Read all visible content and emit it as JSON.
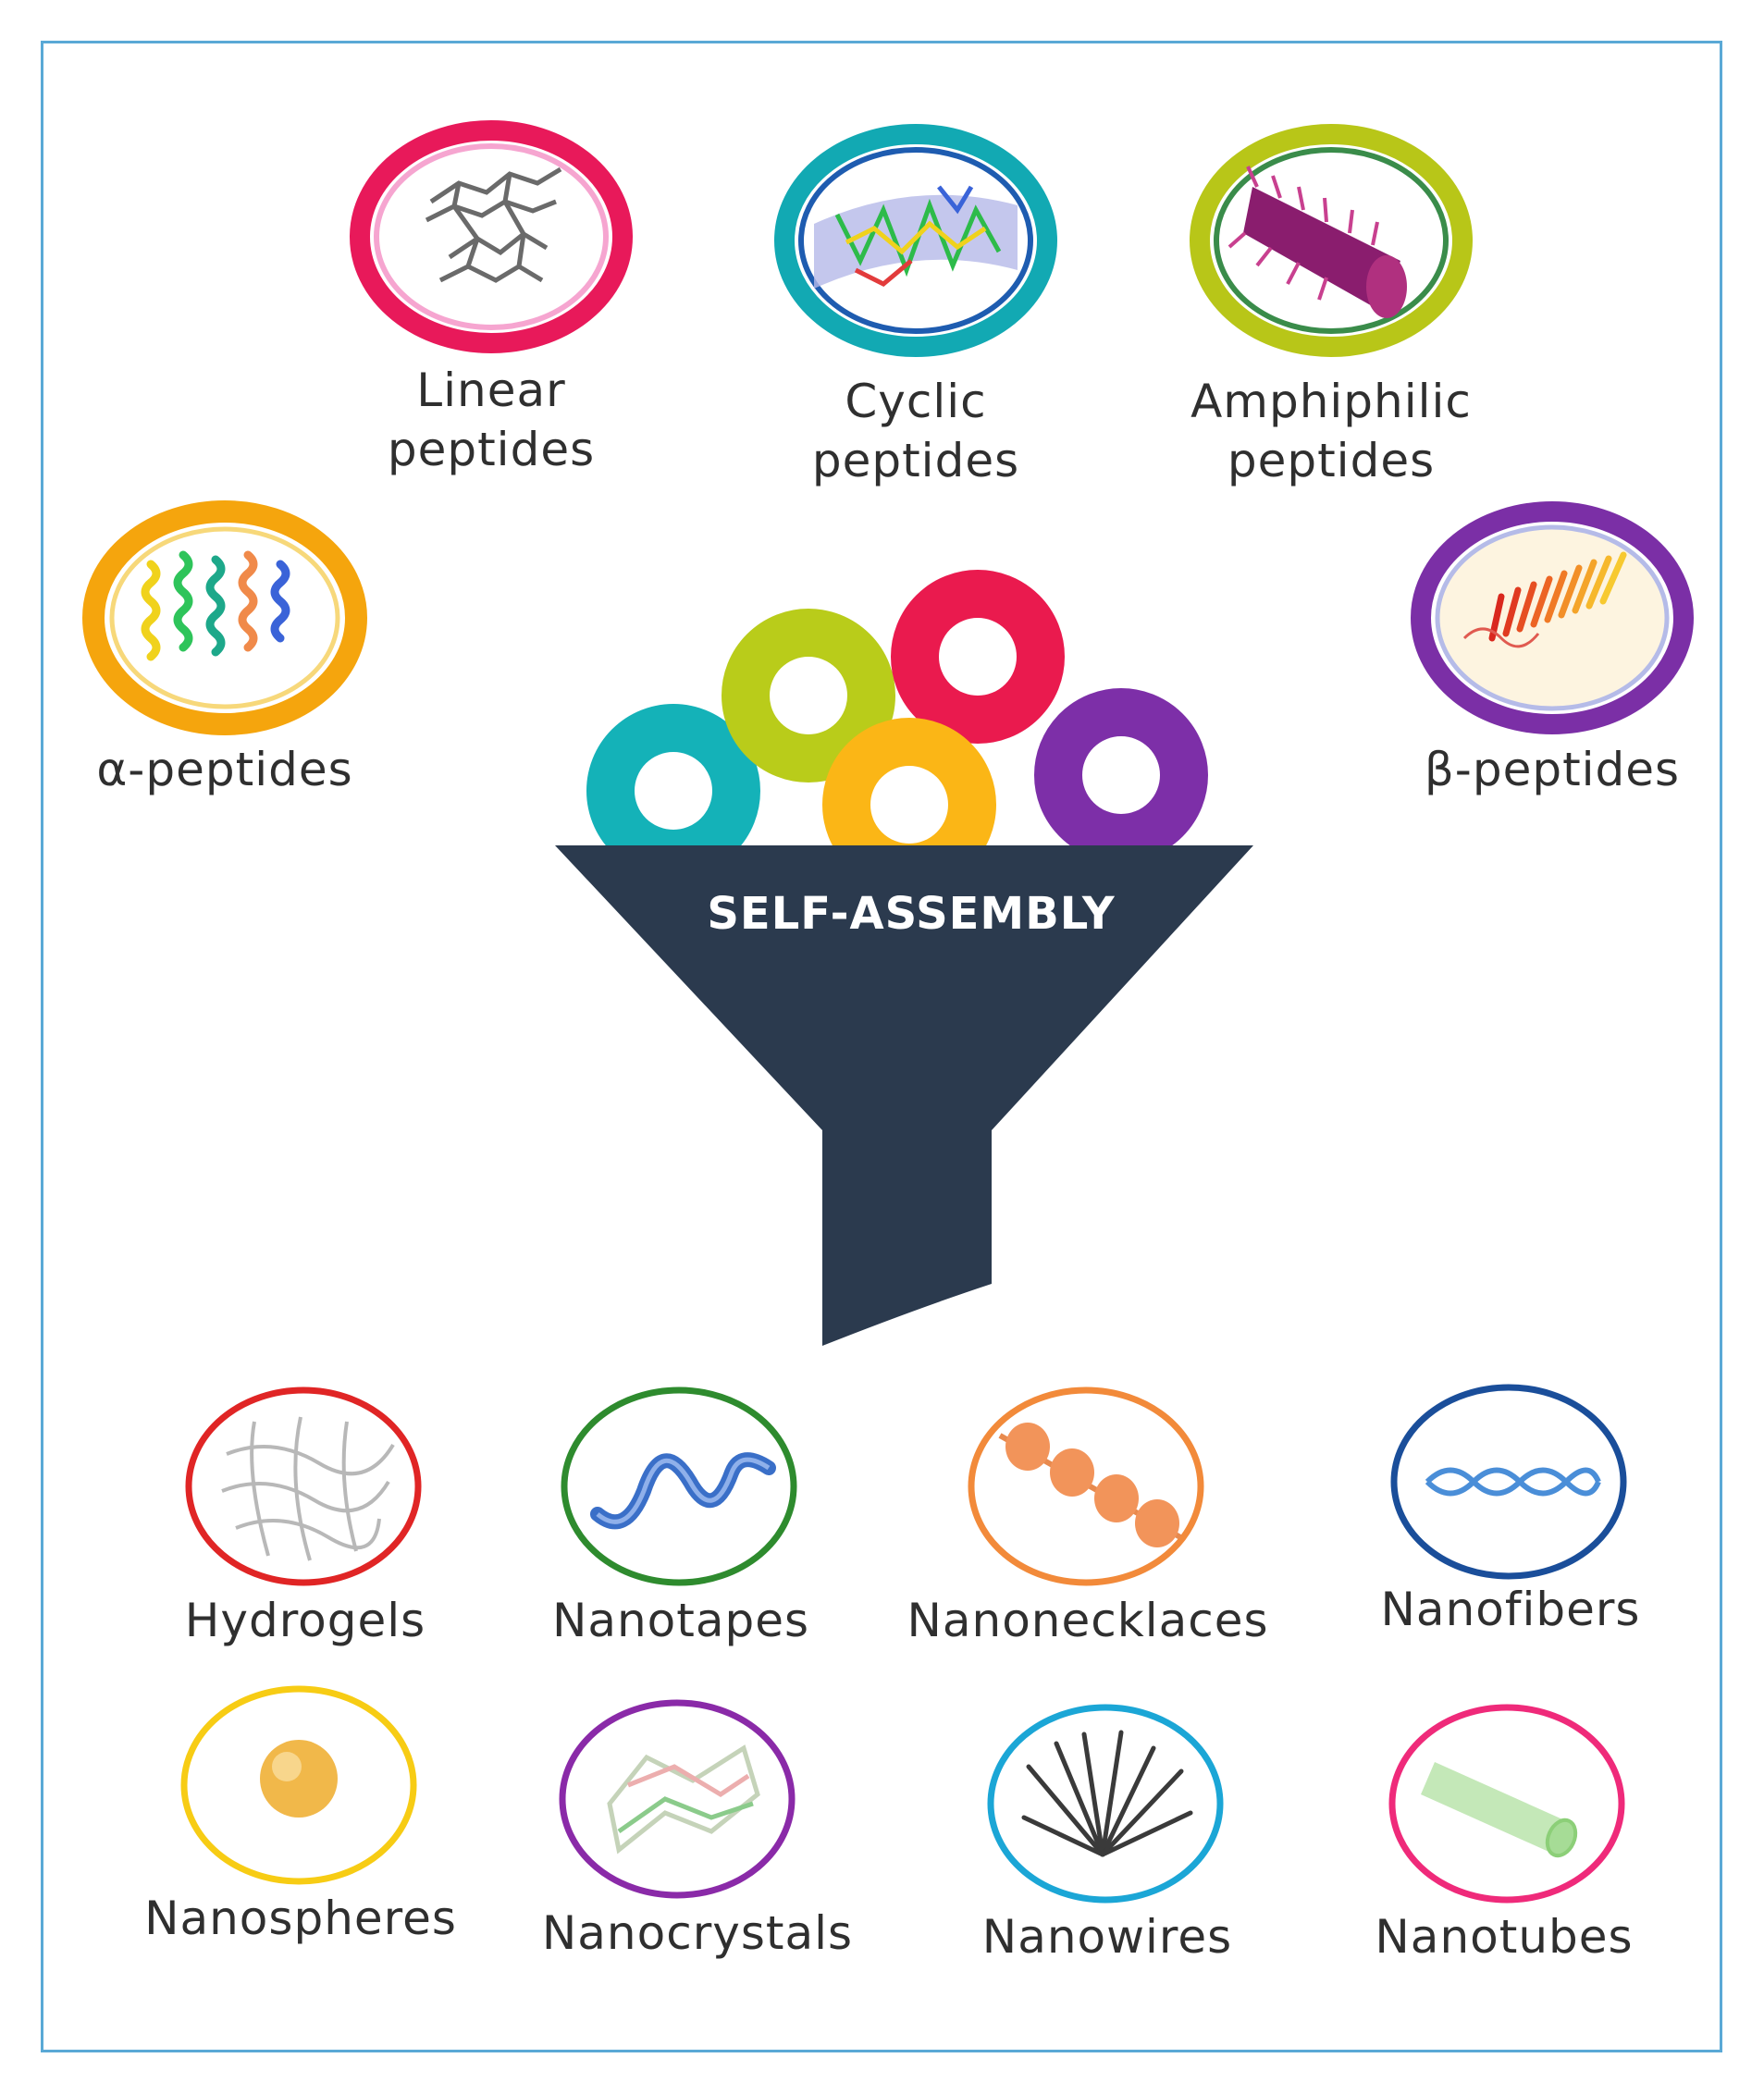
{
  "funnel": {
    "label": "SELF-ASSEMBLY",
    "color": "#2b3a4e",
    "rings": [
      {
        "name": "teal-ring",
        "color": "#14b2b8"
      },
      {
        "name": "lime-ring",
        "color": "#b9cc1a"
      },
      {
        "name": "red-ring",
        "color": "#ea1a4e"
      },
      {
        "name": "amber-ring",
        "color": "#fbb616"
      },
      {
        "name": "purple-ring",
        "color": "#7d2fa8"
      }
    ]
  },
  "peptide_types": [
    {
      "label": "Linear\npeptides",
      "ring_color": "#e8195a",
      "icon": "linear-peptide-structure-icon"
    },
    {
      "label": "Cyclic\npeptides",
      "ring_color": "#12a9b3",
      "icon": "cyclic-peptide-structure-icon"
    },
    {
      "label": "Amphiphilic\npeptides",
      "ring_color": "#b8c618",
      "icon": "amphiphilic-peptide-structure-icon"
    },
    {
      "label": "α-peptides",
      "ring_color": "#f5a50d",
      "icon": "alpha-helix-structure-icon"
    },
    {
      "label": "β-peptides",
      "ring_color": "#7b2fa6",
      "icon": "beta-sheet-structure-icon"
    }
  ],
  "nanostructures": [
    {
      "label": "Hydrogels",
      "ring_color": "#e02525",
      "icon": "hydrogel-mesh-icon"
    },
    {
      "label": "Nanotapes",
      "ring_color": "#2e8b2e",
      "icon": "nanotape-ribbon-icon"
    },
    {
      "label": "Nanonecklaces",
      "ring_color": "#f28a3a",
      "icon": "nanonecklace-beads-icon"
    },
    {
      "label": "Nanofibers",
      "ring_color": "#1a4e9a",
      "icon": "nanofiber-helix-icon"
    },
    {
      "label": "Nanospheres",
      "ring_color": "#f7cc14",
      "icon": "nanosphere-icon"
    },
    {
      "label": "Nanocrystals",
      "ring_color": "#8a2aa8",
      "icon": "nanocrystal-icon"
    },
    {
      "label": "Nanowires",
      "ring_color": "#1ba6d6",
      "icon": "nanowire-bundle-icon"
    },
    {
      "label": "Nanotubes",
      "ring_color": "#ef2a7a",
      "icon": "nanotube-icon"
    }
  ]
}
